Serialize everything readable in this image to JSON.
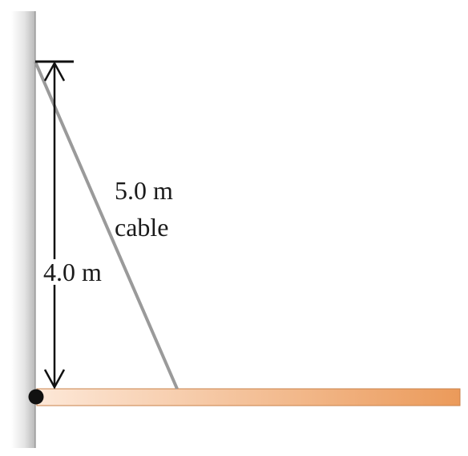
{
  "diagram": {
    "labels": {
      "cable_length": "5.0 m",
      "cable_name": "cable",
      "height": "4.0 m"
    },
    "colors": {
      "wall_light": "#f4f4f4",
      "wall_dark": "#bdbdbd",
      "cable": "#9a9a9a",
      "beam_light": "#fbe1cc",
      "beam_dark": "#eb9a5a",
      "beam_edge": "#c9824a",
      "pivot": "#111111",
      "arrow": "#111111"
    }
  }
}
